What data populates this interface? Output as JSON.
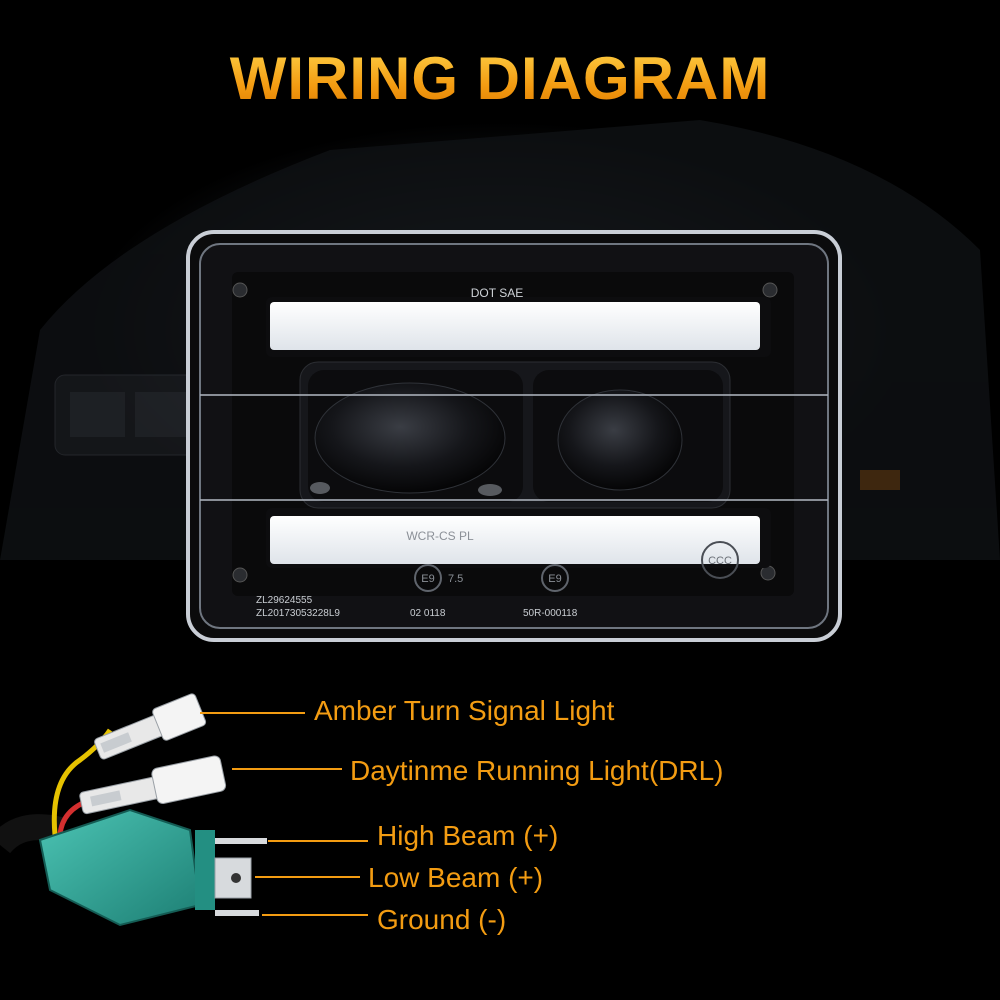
{
  "title": "WIRING DIAGRAM",
  "headlight": {
    "top_marking": "DOT SAE",
    "lower_marking": "WCR-CS PL",
    "cert_left": "E9",
    "cert_left_code": "7.5",
    "cert_mid": "E9",
    "cert_right": "CCC",
    "code_1": "ZL29624555",
    "code_2": "ZL20173053228L9",
    "code_3": "02  0118",
    "code_4": "50R-000118"
  },
  "wires": [
    {
      "label": "Amber Turn Signal Light"
    },
    {
      "label": "Daytinme Running Light(DRL)"
    },
    {
      "label": "High Beam (+)"
    },
    {
      "label": "Low Beam (+)"
    },
    {
      "label": "Ground (-)"
    }
  ],
  "colors": {
    "accent": "#f39c12",
    "connector": "#2fa89a",
    "lens": "#0d0d0f"
  }
}
